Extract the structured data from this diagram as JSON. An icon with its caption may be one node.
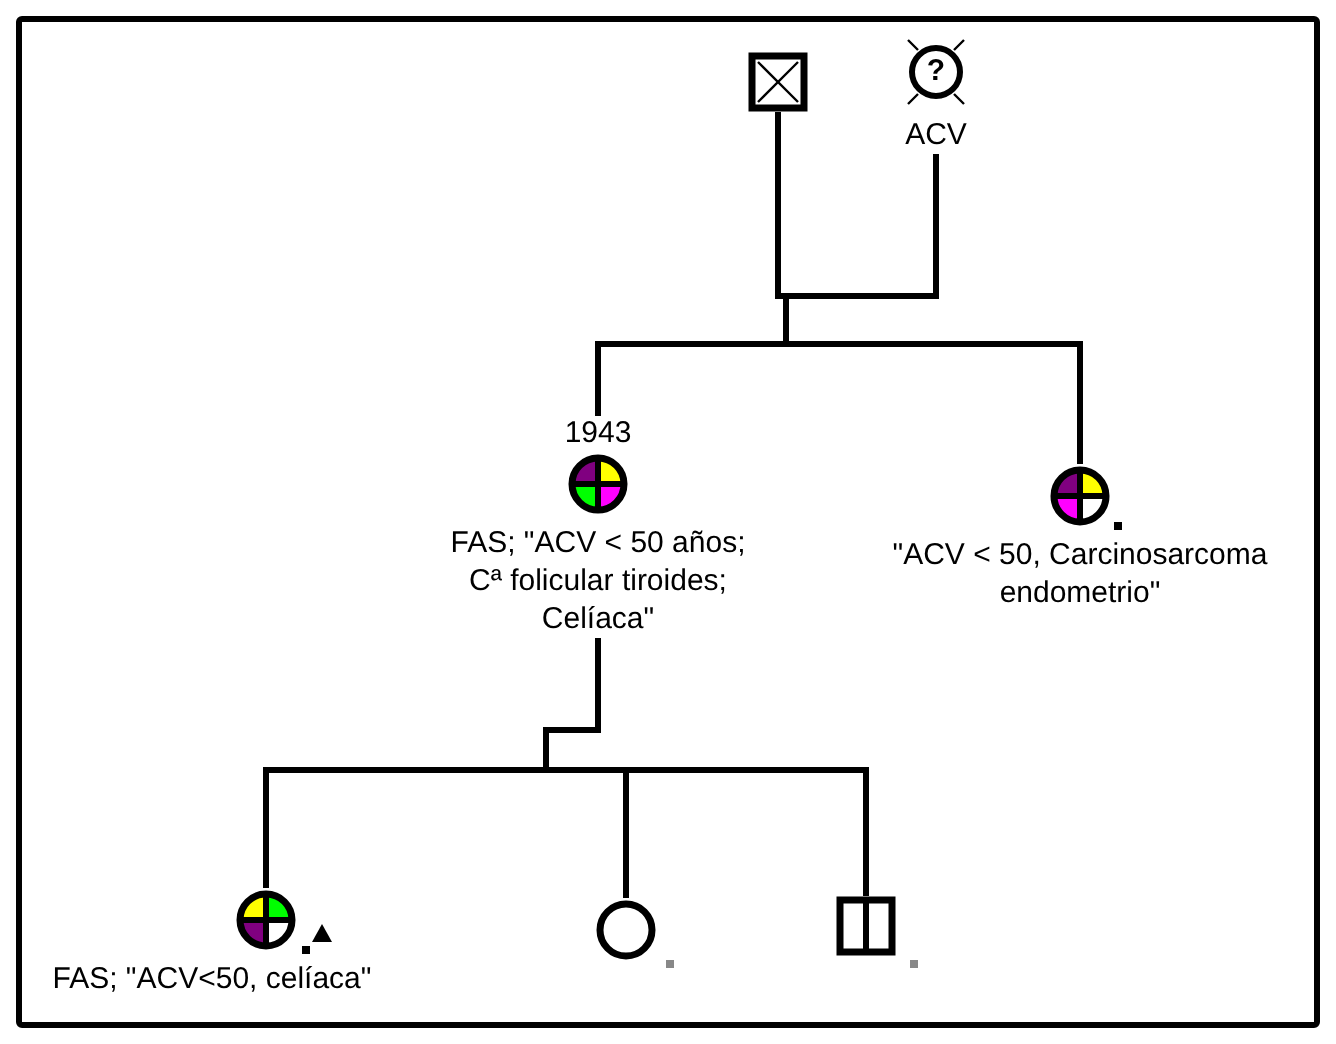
{
  "diagram": {
    "nodes": [
      {
        "text": [],
        "shape": "box"
      },
      {
        "text": [
          "?",
          "ACV"
        ]
      },
      {
        "text": [
          "1943",
          "FAS; \"ACV < 50 años; Cª folicular tiroides; Celíaca\""
        ]
      },
      {
        "text": [
          "\"ACV < 50, Carcinosarcoma endometrio\""
        ]
      },
      {
        "text": [
          "FAS; \"ACV<50, celíaca\""
        ]
      },
      {
        "text": [],
        "shape": "circle"
      },
      {
        "text": [],
        "shape": "box"
      }
    ],
    "edges": [
      {
        "from": 0,
        "to": 2,
        "arrow": "none"
      },
      {
        "from": 0,
        "to": 3,
        "arrow": "none"
      },
      {
        "from": 1,
        "to": 2,
        "arrow": "none"
      },
      {
        "from": 1,
        "to": 3,
        "arrow": "none"
      },
      {
        "from": 2,
        "to": 4,
        "arrow": "none"
      },
      {
        "from": 2,
        "to": 5,
        "arrow": "none"
      },
      {
        "from": 2,
        "to": 6,
        "arrow": "none"
      }
    ]
  }
}
